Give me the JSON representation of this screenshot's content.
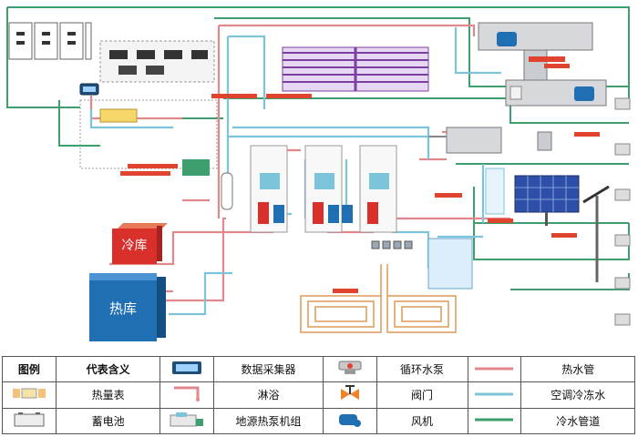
{
  "labels": {
    "cold_store": "冷库",
    "hot_store": "热库"
  },
  "legend": {
    "header_legend": "图例",
    "header_meaning": "代表含义",
    "items": {
      "data_collector": "数据采集器",
      "circulation_pump": "循环水泵",
      "hot_water_pipe": "热水管",
      "heat_meter": "热量表",
      "shower": "淋浴",
      "valve": "阀门",
      "ac_chilled_water": "空调冷冻水",
      "battery": "蓄电池",
      "ground_source_heat_pump": "地源热泵机组",
      "fan": "风机",
      "cold_water_pipe": "冷水管道"
    }
  },
  "colors": {
    "hot_pipe": "#e2878c",
    "chilled_pipe": "#7cc4d9",
    "cold_pipe": "#3f9e6e",
    "cold_store": "#d9302c",
    "hot_store": "#1f6fb2",
    "solar_panel": "#2d4fa8",
    "tag_red": "#e0442f"
  },
  "icons": [
    "data-collector-icon",
    "heat-meter-icon",
    "battery-icon",
    "circulation-pump-icon",
    "shower-icon",
    "ground-source-heat-pump-icon",
    "valve-icon",
    "fan-icon",
    "solar-panel-icon",
    "wind-turbine-icon"
  ]
}
